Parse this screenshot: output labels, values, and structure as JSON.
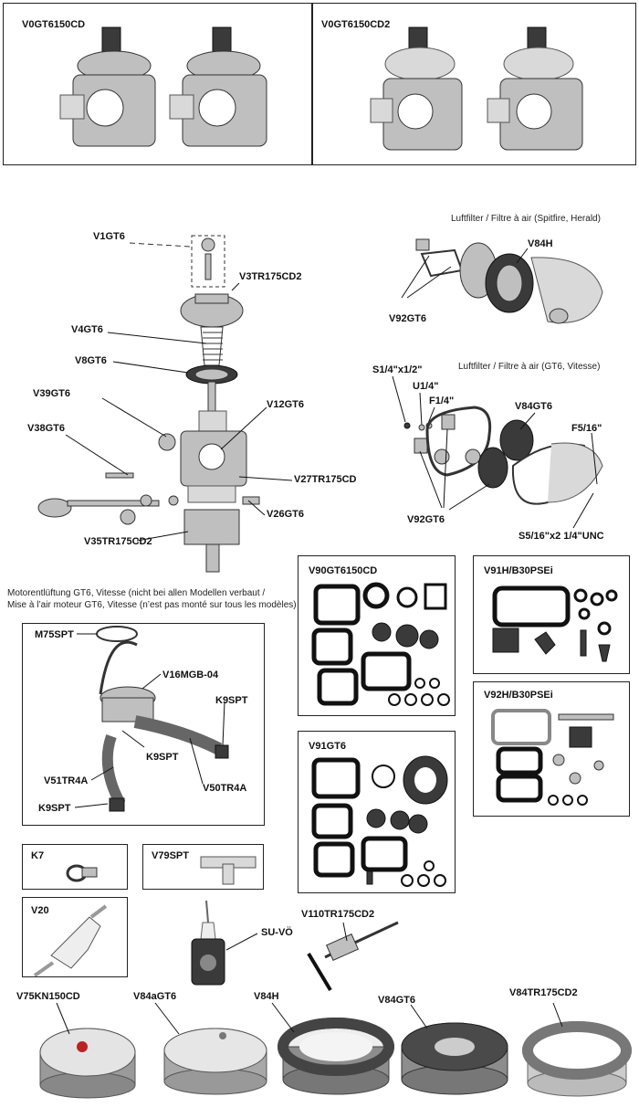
{
  "top_boxes": [
    {
      "code": "V0GT6150CD"
    },
    {
      "code": "V0GT6150CD2"
    }
  ],
  "exploded_labels": {
    "v1gt6": "V1GT6",
    "v3tr175cd2": "V3TR175CD2",
    "v4gt6": "V4GT6",
    "v8gt6": "V8GT6",
    "v39gt6": "V39GT6",
    "v12gt6": "V12GT6",
    "v38gt6": "V38GT6",
    "v27tr175cd": "V27TR175CD",
    "v26gt6": "V26GT6",
    "v35tr175cd2": "V35TR175CD2"
  },
  "airfilter1": {
    "caption": "Luftfilter / Filtre à air (Spitfire, Herald)",
    "labels": {
      "v84h": "V84H",
      "v92gt6": "V92GT6"
    }
  },
  "airfilter2": {
    "caption": "Luftfilter / Filtre à air (GT6, Vitesse)",
    "labels": {
      "s14": "S1/4\"x1/2\"",
      "u14": "U1/4\"",
      "f14": "F1/4\"",
      "v84gt6": "V84GT6",
      "f516": "F5/16\"",
      "v92gt6": "V92GT6",
      "s516": "S5/16\"x2 1/4\"UNC"
    }
  },
  "breather": {
    "caption_line1": "Motorentlüftung GT6, Vitesse (nicht bei allen Modellen verbaut /",
    "caption_line2": "Mise à l’air moteur GT6, Vitesse (n’est pas monté sur tous les modèles)",
    "labels": {
      "m75spt": "M75SPT",
      "v16mgb": "V16MGB-04",
      "k9spt_a": "K9SPT",
      "k9spt_b": "K9SPT",
      "v51tr4a": "V51TR4A",
      "v50tr4a": "V50TR4A",
      "k9spt_c": "K9SPT"
    }
  },
  "kits": {
    "v90": "V90GT6150CD",
    "v91h": "V91H/B30PSEi",
    "v92h": "V92H/B30PSEi",
    "v91gt6": "V91GT6"
  },
  "small_parts": {
    "k7": "K7",
    "v79spt": "V79SPT",
    "v20": "V20",
    "suvo": "SU-VÖ",
    "v110": "V110TR175CD2"
  },
  "filters": {
    "v75kn": "V75KN150CD",
    "v84agt6": "V84aGT6",
    "v84h": "V84H",
    "v84gt6": "V84GT6",
    "v84tr": "V84TR175CD2"
  }
}
